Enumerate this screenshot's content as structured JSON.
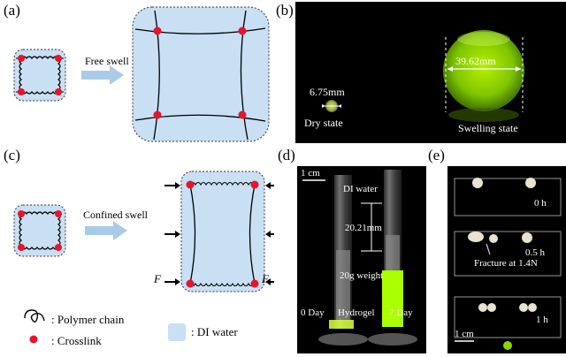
{
  "panels": {
    "a": {
      "label": "(a)",
      "arrow_text": "Free swell"
    },
    "b": {
      "label": "(b)",
      "dry_size": "6.75mm",
      "dry_state": "Dry state",
      "swell_size": "39.62mm",
      "swell_state": "Swelling state"
    },
    "c": {
      "label": "(c)",
      "arrow_text": "Confined swell",
      "force_left": "F",
      "force_right": "F"
    },
    "d": {
      "label": "(d)",
      "scale": "1 cm",
      "di_water": "DI water",
      "height": "20.21mm",
      "weight": "20g weight",
      "day0": "0 Day",
      "hydrogel": "Hydrogel",
      "day7": "7 Day"
    },
    "e": {
      "label": "(e)",
      "t0": "0 h",
      "t05": "0.5 h",
      "fracture": "Fracture at 1.4N",
      "t1": "1 h",
      "scale": "1 cm"
    }
  },
  "legend": {
    "polymer": ": Polymer chain",
    "crosslink": ": Crosslink",
    "water": ": DI water"
  },
  "colors": {
    "gel": "#c8dff4",
    "crosslink": "#e8142a",
    "arrow": "#a9cbe8",
    "green": "#9be000"
  }
}
